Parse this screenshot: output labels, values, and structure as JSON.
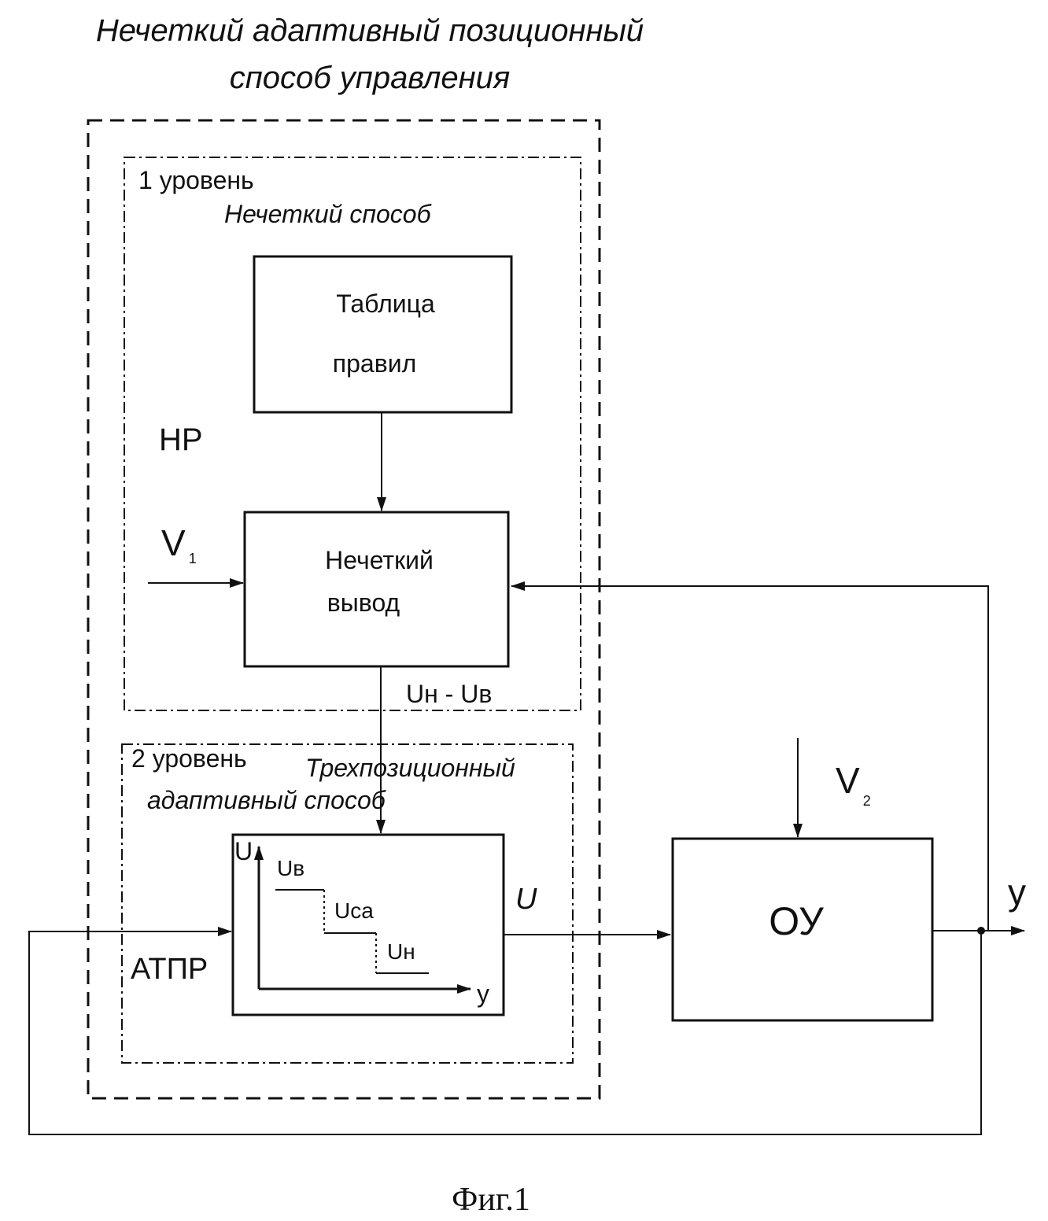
{
  "diagram": {
    "title_line1": "Нечеткий адаптивный позиционный",
    "title_line2": "способ управления",
    "level1_label": "1 уровень",
    "level1_method": "Нечеткий способ",
    "rules_table_line1": "Таблица",
    "rules_table_line2": "правил",
    "hr_label": "НР",
    "v1_main": "V",
    "v1_sub": "1",
    "fuzzy_output_line1": "Нечеткий",
    "fuzzy_output_line2": "вывод",
    "signal_un_ub": "Uн - Uв",
    "level2_label": "2 уровень",
    "level2_method_line1": "Трехпозиционный",
    "level2_method_line2": "адаптивный способ",
    "inner_axis_u": "U",
    "inner_axis_y": "у",
    "inner_ub": "Uв",
    "inner_uca": "Uca",
    "inner_un": "Uн",
    "atpr_label": "АТПР",
    "u_signal": "U",
    "v2_main": "V",
    "v2_sub": "2",
    "plant_label": "ОУ",
    "output_y": "у",
    "figure_caption": "Фиг.1"
  }
}
